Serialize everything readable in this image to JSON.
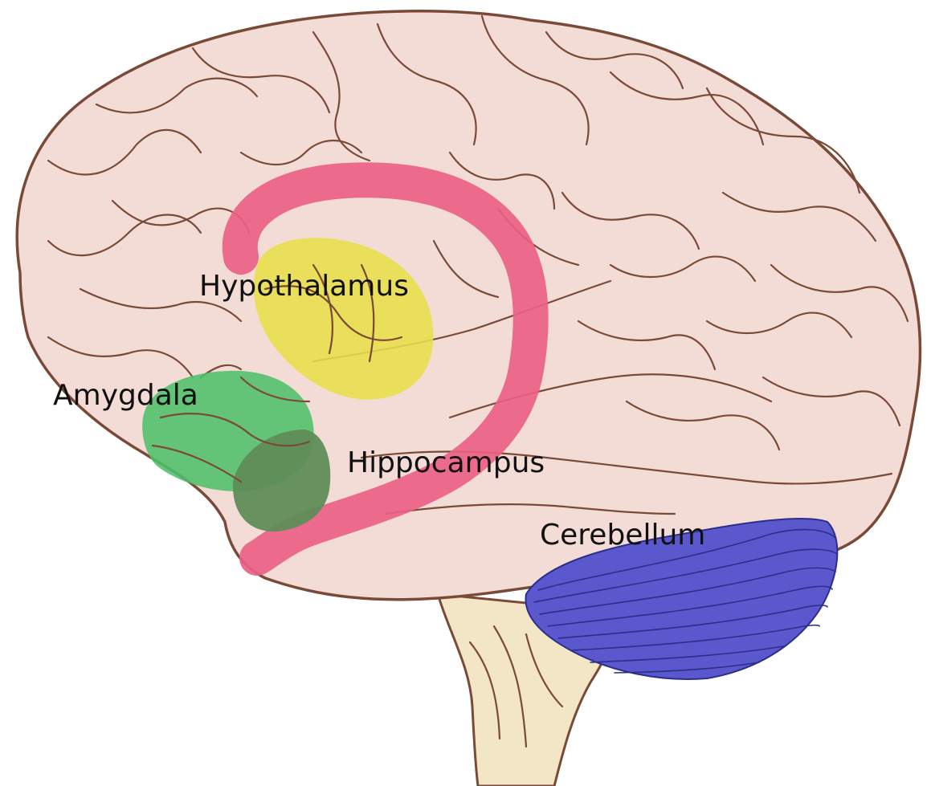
{
  "diagram": {
    "regions": [
      {
        "id": "hypothalamus",
        "label": "Hypothalamus",
        "color": "#e8df4a"
      },
      {
        "id": "amygdala",
        "label": "Amygdala",
        "color": "#4fbf6a"
      },
      {
        "id": "hippocampus",
        "label": "Hippocampus",
        "color": "#ea5f86"
      },
      {
        "id": "cerebellum",
        "label": "Cerebellum",
        "color": "#5a58cc"
      }
    ],
    "colors": {
      "cortex_fill": "#f4dcd6",
      "cortex_outline": "#7a4a38",
      "brainstem_fill": "#f2e6c6",
      "overlap_amygdala_hippocampus": "#5f8d58"
    }
  }
}
